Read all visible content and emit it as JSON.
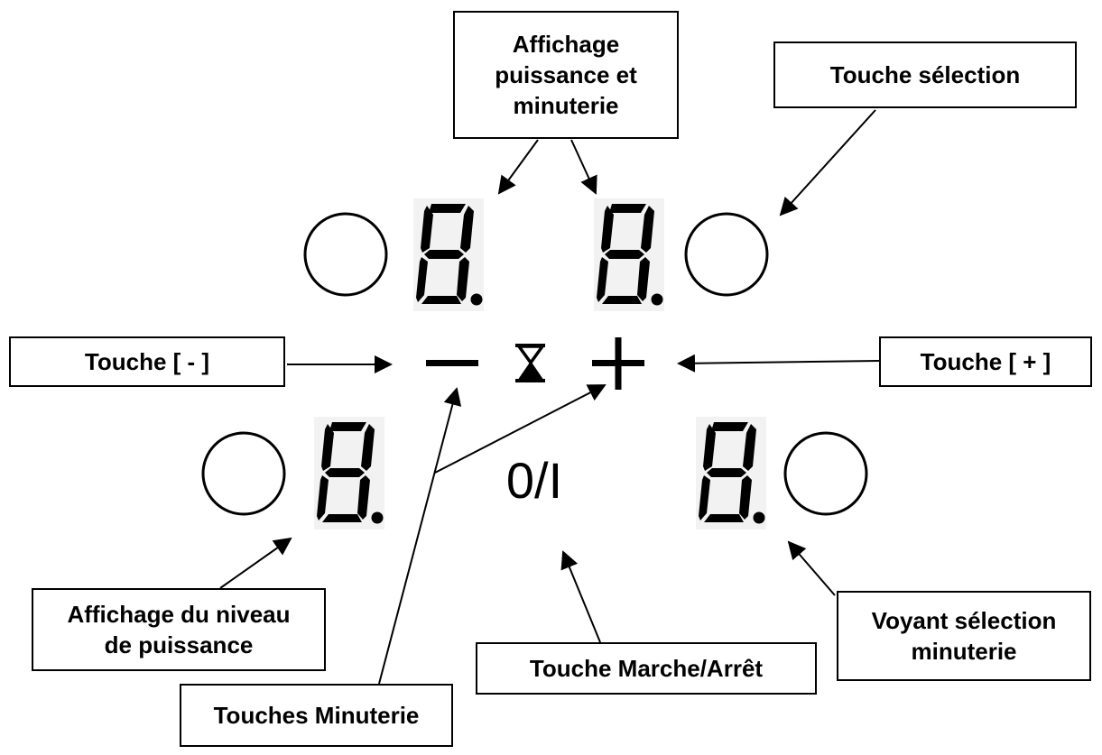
{
  "callouts": {
    "affichage_puissance_minuterie": [
      "Affichage",
      "puissance et",
      "minuterie"
    ],
    "touche_selection": "Touche sélection",
    "touche_moins": "Touche [ - ]",
    "touche_plus": "Touche [ + ]",
    "affichage_niveau_puissance": [
      "Affichage du niveau",
      "de puissance"
    ],
    "voyant_selection_minuterie": [
      "Voyant sélection",
      "minuterie"
    ],
    "touche_marche_arret": "Touche Marche/Arrêt",
    "touches_minuterie": "Touches Minuterie"
  },
  "panel": {
    "on_off_label": "0/I",
    "digit_displays": [
      "8.",
      "8.",
      "8.",
      "8."
    ]
  },
  "colors": {
    "line": "#000000",
    "display_glow": "#f2f2f2"
  }
}
